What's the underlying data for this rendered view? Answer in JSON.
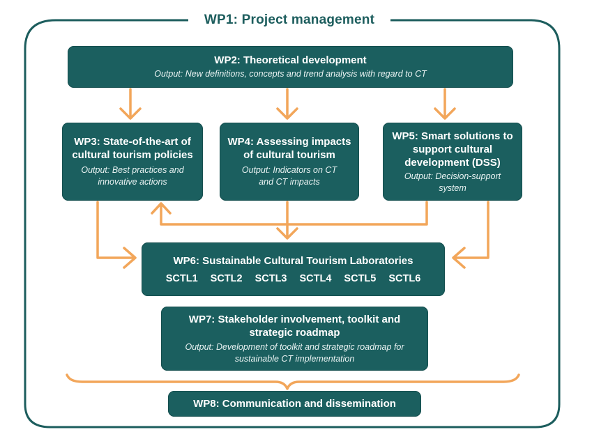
{
  "frame": {
    "title": "WP1: Project management"
  },
  "wp2": {
    "title": "WP2: Theoretical development",
    "output": "Output: New definitions, concepts and trend analysis with regard to CT"
  },
  "wp3": {
    "title": "WP3: State-of-the-art of\ncultural tourism policies",
    "output": "Output: Best practices and\ninnovative actions"
  },
  "wp4": {
    "title": "WP4: Assessing impacts\nof cultural tourism",
    "output": "Output: Indicators on CT\nand CT impacts"
  },
  "wp5": {
    "title": "WP5: Smart solutions to\nsupport cultural\ndevelopment (DSS)",
    "output": "Output: Decision-support\nsystem"
  },
  "wp6": {
    "title": "WP6: Sustainable Cultural Tourism Laboratories",
    "labs": [
      "SCTL1",
      "SCTL2",
      "SCTL3",
      "SCTL4",
      "SCTL5",
      "SCTL6"
    ]
  },
  "wp7": {
    "title": "WP7: Stakeholder involvement, toolkit and\nstrategic roadmap",
    "output": "Output: Development of toolkit and strategic roadmap for\nsustainable CT implementation"
  },
  "wp8": {
    "title": "WP8: Communication and dissemination"
  },
  "colors": {
    "box": "#1b5f5f",
    "arrow": "#f2a65a",
    "frame": "#1c5d5d"
  }
}
